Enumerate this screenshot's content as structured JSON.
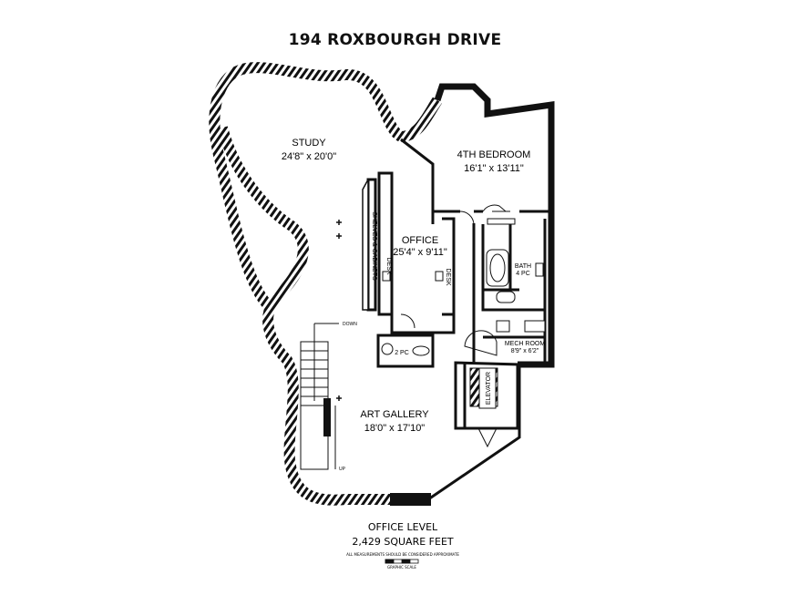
{
  "title": "194 ROXBOURGH DRIVE",
  "rooms": {
    "study": {
      "name": "STUDY",
      "dims": "24'8\" x 20'0\""
    },
    "bedroom": {
      "name": "4TH BEDROOM",
      "dims": "16'1\" x 13'11\""
    },
    "office": {
      "name": "OFFICE",
      "dims": "25'4\" x 9'11\""
    },
    "bath": {
      "name": "BATH",
      "dims": "4 PC"
    },
    "mech": {
      "name": "MECH ROOM",
      "dims": "8'9\" x 6'2\""
    },
    "gallery": {
      "name": "ART GALLERY",
      "dims": "18'0\" x 17'10\""
    },
    "powder": {
      "name": "2 PC"
    }
  },
  "labels": {
    "shelves": "SHELVES & CABINETS",
    "desk_left": "DESK",
    "desk_right": "DESK",
    "elevator": "ELEVATOR",
    "down": "DOWN",
    "up": "UP"
  },
  "footer": {
    "level": "OFFICE LEVEL",
    "area": "2,429 SQUARE FEET",
    "disclaimer": "ALL MEASUREMENTS SHOULD BE CONSIDERED APPROXIMATE",
    "scale_label": "GRAPHIC SCALE"
  }
}
